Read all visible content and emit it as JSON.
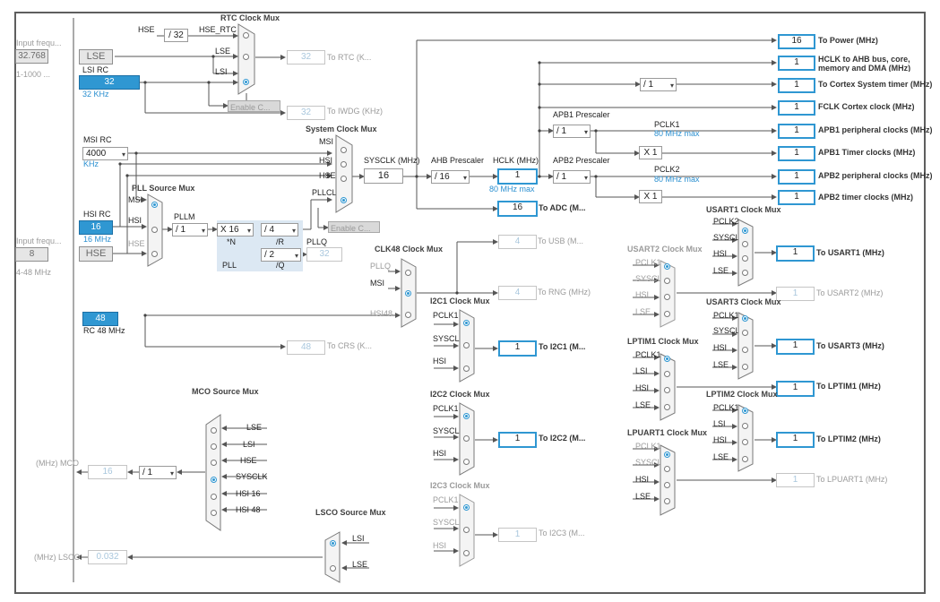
{
  "left": {
    "input_freq_lse": "Input frequ...",
    "lse_value": "32.768",
    "lse_range": "1-1000 ...",
    "input_freq_hse": "Input frequ...",
    "hse_value": "8",
    "hse_range": "4-48 MHz",
    "mco_label": "(MHz) MCO",
    "lsco_label": "(MHz) LSCO"
  },
  "sources": {
    "lse": "LSE",
    "lsi_rc": "LSI RC",
    "lsi_value": "32",
    "lsi_unit": "32 KHz",
    "msi_rc": "MSI RC",
    "msi_value": "4000",
    "msi_unit": "KHz",
    "hsi_rc": "HSI RC",
    "hsi_value": "16",
    "hsi_unit": "16 MHz",
    "hse": "HSE",
    "hsi48_value": "48",
    "hsi48_unit": "RC 48 MHz"
  },
  "rtc": {
    "title": "RTC Clock Mux",
    "hse_src": "HSE",
    "hse_div": "/ 32",
    "hse_rtc": "HSE_RTC",
    "lse_in": "LSE",
    "lsi_in": "LSI",
    "rtc_out": "32",
    "rtc_label": "To RTC (K...",
    "enable": "Enable C...",
    "iwdg_out": "32",
    "iwdg_label": "To IWDG (KHz)"
  },
  "sysmux": {
    "title": "System Clock Mux",
    "msi": "MSI",
    "hsi": "HSI",
    "hse": "HSE",
    "pllclk": "PLLCLK",
    "enable": "Enable C...",
    "sysclk_label": "SYSCLK (MHz)",
    "sysclk_value": "16",
    "ahb_title": "AHB Prescaler",
    "ahb_div": "/ 16",
    "hclk_label": "HCLK (MHz)",
    "hclk_value": "1",
    "hclk_max": "80 MHz max",
    "adc_value": "16",
    "adc_label": "To ADC (M..."
  },
  "pll": {
    "title": "PLL Source Mux",
    "msi": "MSI",
    "hsi": "HSI",
    "hse": "HSE",
    "pllm_label": "PLLM",
    "pllm_value": "/ 1",
    "n_value": "X 16",
    "n_label": "*N",
    "r_value": "/ 4",
    "r_label": "/R",
    "q_value": "/ 2",
    "q_label": "/Q",
    "pllq_label": "PLLQ",
    "pllq_value": "32",
    "pll_label": "PLL"
  },
  "apb": {
    "apb1_title": "APB1 Prescaler",
    "apb1_div": "/ 1",
    "pclk1": "PCLK1",
    "pclk1_max": "80 MHz max",
    "x1_a": "X 1",
    "apb2_title": "APB2 Prescaler",
    "apb2_div": "/ 1",
    "pclk2": "PCLK2",
    "pclk2_max": "80 MHz max",
    "x1_b": "X 1",
    "cortex_div": "/ 1"
  },
  "outputs": [
    {
      "value": "16",
      "label": "To Power (MHz)"
    },
    {
      "value": "1",
      "label": "HCLK to AHB bus, core, memory and DMA (MHz)"
    },
    {
      "value": "1",
      "label": "To Cortex System timer (MHz)"
    },
    {
      "value": "1",
      "label": "FCLK Cortex clock (MHz)"
    },
    {
      "value": "1",
      "label": "APB1 peripheral clocks (MHz)"
    },
    {
      "value": "1",
      "label": "APB1 Timer clocks (MHz)"
    },
    {
      "value": "1",
      "label": "APB2 peripheral clocks (MHz)"
    },
    {
      "value": "1",
      "label": "APB2 timer clocks (MHz)"
    }
  ],
  "clk48": {
    "title": "CLK48 Clock Mux",
    "pllq": "PLLQ",
    "msi": "MSI",
    "hsi48": "HSI48",
    "usb_value": "4",
    "usb_label": "To USB (M...",
    "rng_value": "4",
    "rng_label": "To RNG (MHz)",
    "crs_value": "48",
    "crs_label": "To CRS (K..."
  },
  "i2c1": {
    "title": "I2C1 Clock Mux",
    "pclk": "PCLK1",
    "sysclk": "SYSCLK",
    "hsi": "HSI",
    "value": "1",
    "label": "To I2C1 (M..."
  },
  "i2c2": {
    "title": "I2C2 Clock Mux",
    "pclk": "PCLK1",
    "sysclk": "SYSCLK",
    "hsi": "HSI",
    "value": "1",
    "label": "To I2C2 (M..."
  },
  "i2c3": {
    "title": "I2C3 Clock Mux",
    "pclk": "PCLK1",
    "sysclk": "SYSCLK",
    "hsi": "HSI",
    "value": "1",
    "label": "To I2C3 (M..."
  },
  "usart1": {
    "title": "USART1 Clock Mux",
    "pclk": "PCLK2",
    "sysclk": "SYSCLK",
    "hsi": "HSI",
    "lse": "LSE",
    "value": "1",
    "label": "To USART1 (MHz)"
  },
  "usart2": {
    "title": "USART2 Clock Mux",
    "pclk": "PCLK1",
    "sysclk": "SYSCLK",
    "hsi": "HSI",
    "lse": "LSE",
    "value": "1",
    "label": "To USART2 (MHz)"
  },
  "usart3": {
    "title": "USART3 Clock Mux",
    "pclk": "PCLK1",
    "sysclk": "SYSCLK",
    "hsi": "HSI",
    "lse": "LSE",
    "value": "1",
    "label": "To USART3 (MHz)"
  },
  "lptim1": {
    "title": "LPTIM1 Clock Mux",
    "pclk": "PCLK1",
    "lsi": "LSI",
    "hsi": "HSI",
    "lse": "LSE",
    "value": "1",
    "label": "To LPTIM1 (MHz)"
  },
  "lptim2": {
    "title": "LPTIM2 Clock Mux",
    "pclk": "PCLK1",
    "lsi": "LSI",
    "hsi": "HSI",
    "lse": "LSE",
    "value": "1",
    "label": "To LPTIM2 (MHz)"
  },
  "lpuart1": {
    "title": "LPUART1 Clock Mux",
    "pclk": "PCLK1",
    "sysclk": "SYSCLK",
    "hsi": "HSI",
    "lse": "LSE",
    "value": "1",
    "label": "To LPUART1 (MHz)"
  },
  "mco": {
    "title": "MCO Source Mux",
    "lse": "LSE",
    "lsi": "LSI",
    "hse": "HSE",
    "sysclk": "SYSCLK",
    "hsi16": "HSI 16",
    "hsi48": "HSI 48",
    "div": "/ 1",
    "value": "16"
  },
  "lsco": {
    "title": "LSCO Source Mux",
    "lsi": "LSI",
    "lse": "LSE",
    "value": "0.032"
  },
  "colors": {
    "accent": "#2f97d2",
    "wire": "#555555"
  }
}
